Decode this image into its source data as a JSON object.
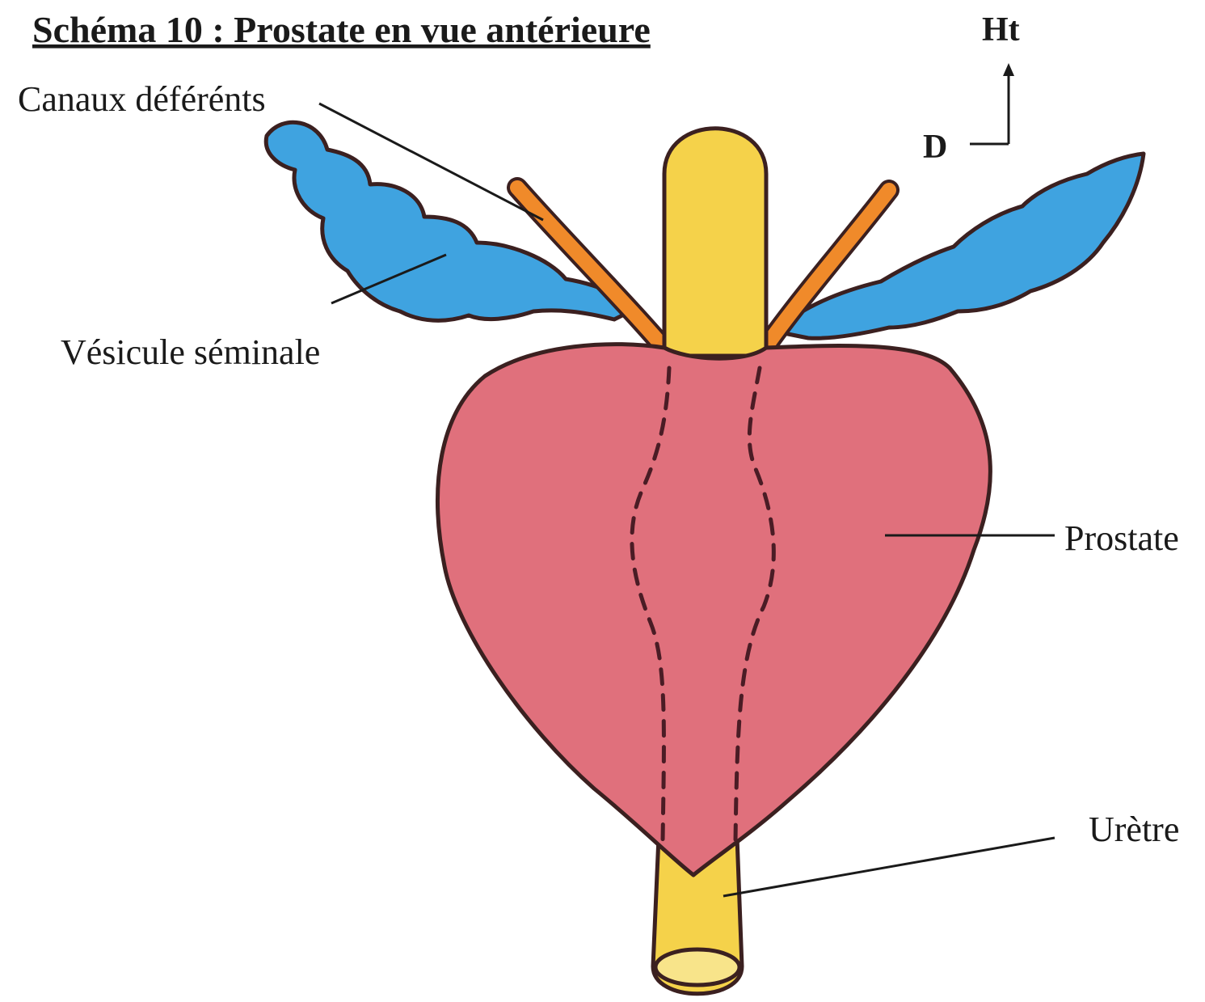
{
  "title": "Schéma 10 : Prostate en vue antérieure",
  "orientation": {
    "up_label": "Ht",
    "side_label": "D"
  },
  "labels": {
    "vas_deferens": "Canaux déférénts",
    "seminal_vesicle": "Vésicule séminale",
    "prostate": "Prostate",
    "urethra": "Urètre"
  },
  "colors": {
    "prostate": "#e0707c",
    "urethra": "#f5d24a",
    "seminal_vesicle": "#3fa3e0",
    "vas_deferens": "#f08a2a",
    "outline": "#3b2020"
  }
}
